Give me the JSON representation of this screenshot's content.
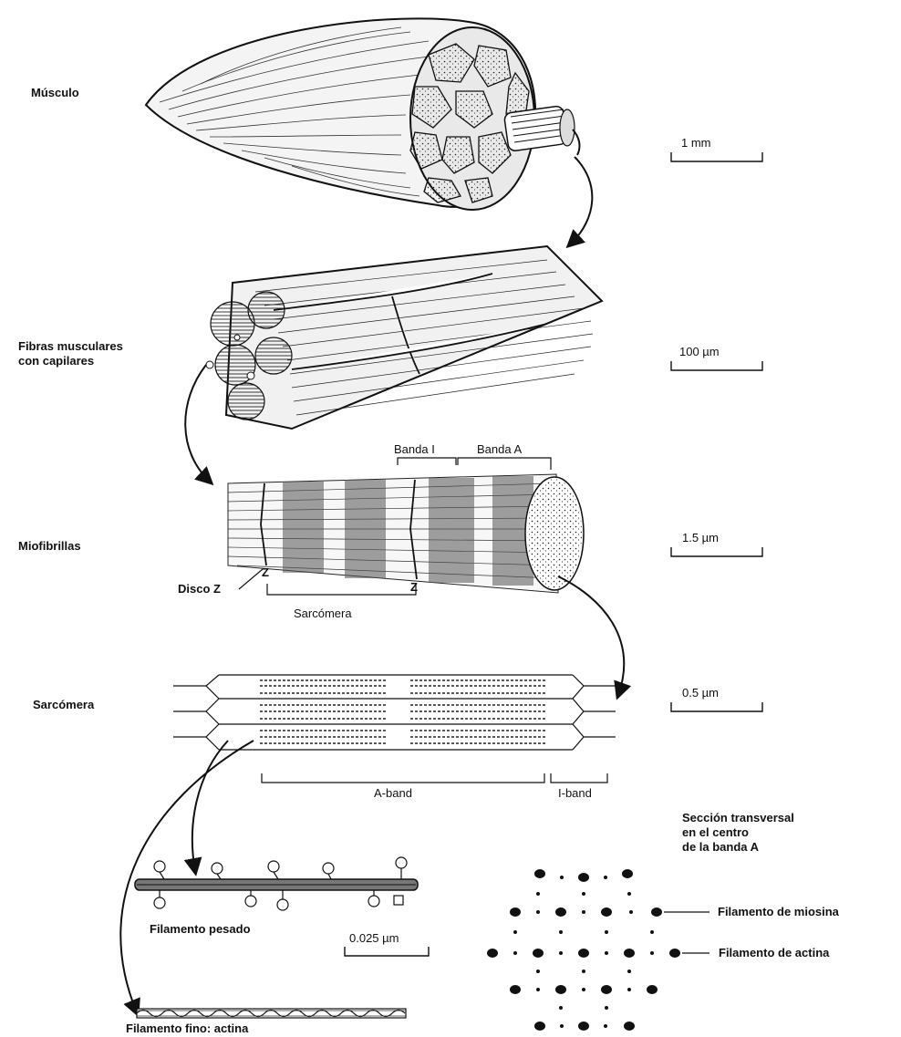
{
  "levels": {
    "muscle": "Músculo",
    "fibers_line1": "Fibras musculares",
    "fibers_line2": "con capilares",
    "myofibrils": "Miofibrillas",
    "sarcomere": "Sarcómera"
  },
  "scale_bars": {
    "muscle": "1 mm",
    "fibers": "100 µm",
    "myofibrils": "1.5 µm",
    "sarcomere": "0.5 µm",
    "heavy_filament": "0.025 µm"
  },
  "myofibril_labels": {
    "band_i": "Banda I",
    "band_a": "Banda A",
    "z_disc": "Disco Z",
    "z_left": "Z",
    "z_right": "Z",
    "sarcomere": "Sarcómera"
  },
  "sarcomere_labels": {
    "a_band": "A-band",
    "i_band": "I-band"
  },
  "filaments": {
    "heavy": "Filamento pesado",
    "thin": "Filamento fino: actina"
  },
  "cross_section": {
    "title_line1": "Sección transversal",
    "title_line2": "en el centro",
    "title_line3": "de la banda A",
    "myosin": "Filamento de miosina",
    "actin": "Filamento de actina"
  }
}
